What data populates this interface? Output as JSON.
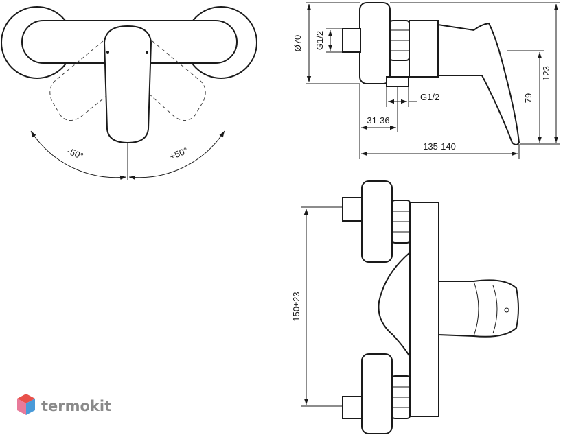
{
  "dimensions": {
    "angle_left": "-50°",
    "angle_right": "+50°",
    "diameter": "Ø70",
    "thread_top": "G1/2",
    "thread_bottom": "G1/2",
    "offset": "31-36",
    "depth": "135-140",
    "height_lever": "79",
    "height_total": "123",
    "center_distance": "150±23"
  },
  "logo": {
    "text": "termokit",
    "colors": {
      "top": "#e8504a",
      "left": "#e87a9a",
      "right": "#4a9ad8"
    }
  }
}
